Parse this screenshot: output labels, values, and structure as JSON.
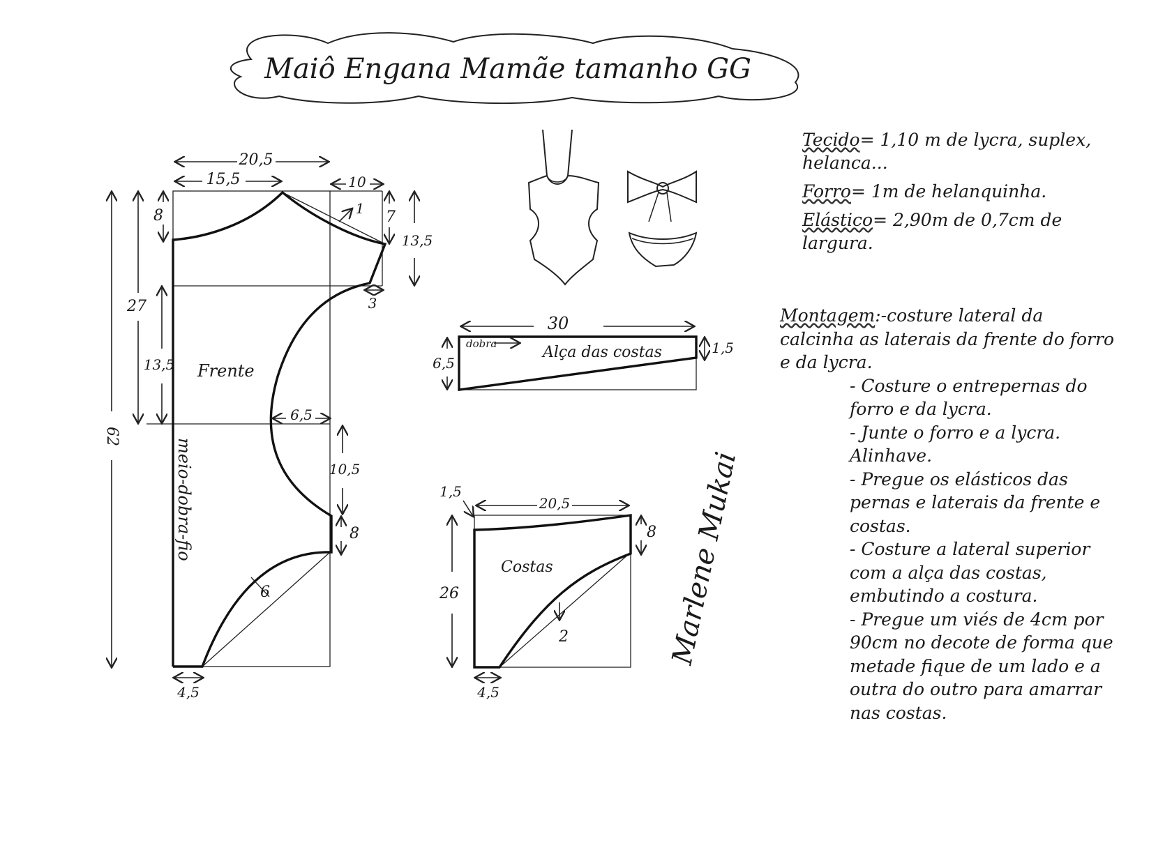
{
  "title": "Maiô Engana Mamãe tamanho GG",
  "front_piece": {
    "label": "Frente",
    "fold_label": "meio-dobra-fio",
    "dims": {
      "top_width": "20,5",
      "neck_width": "15,5",
      "strap_width": "10",
      "shoulder_drop": "8",
      "strap_drop": "7",
      "offset": "1",
      "armhole_depth": "13,5",
      "armhole_step": "3",
      "upper_length": "27",
      "waist_length": "13,5",
      "total_length": "62",
      "leg_curve_depth": "6,5",
      "leg_length": "10,5",
      "crotch_height": "8",
      "leg_curve": "6",
      "crotch_width": "4,5"
    }
  },
  "strap_piece": {
    "label": "Alça das costas",
    "fold_label": "dobra",
    "length": "30",
    "left_height": "6,5",
    "right_height": "1,5"
  },
  "back_piece": {
    "label": "Costas",
    "width": "20,5",
    "top_offset": "1,5",
    "side_height": "8",
    "length": "26",
    "curve_depth": "2",
    "crotch_width": "4,5"
  },
  "materials": {
    "tecido_label": "Tecido",
    "tecido_value": "= 1,10 m de lycra, suplex, helanca...",
    "forro_label": "Forro",
    "forro_value": "= 1m de helanquinha.",
    "elastico_label": "Elástico",
    "elastico_value": "= 2,90m de 0,7cm de largura."
  },
  "assembly": {
    "label": "Montagem",
    "step1": ":-costure lateral da calcinha as laterais da frente do forro e da lycra.",
    "step2": "- Costure o entrepernas do forro e da lycra.",
    "step3": "- Junte o forro e a lycra. Alinhave.",
    "step4": "- Pregue os elásticos das pernas e laterais da frente e costas.",
    "step5": "- Costure a lateral superior com a alça das costas, embutindo a costura.",
    "step6": "- Pregue um viés de 4cm por 90cm no decote de forma que metade fique de um lado e a outra do outro para amarrar nas costas."
  },
  "signature": "Marlene Mukai",
  "colors": {
    "ink": "#1a1a1a",
    "paper": "#ffffff"
  }
}
